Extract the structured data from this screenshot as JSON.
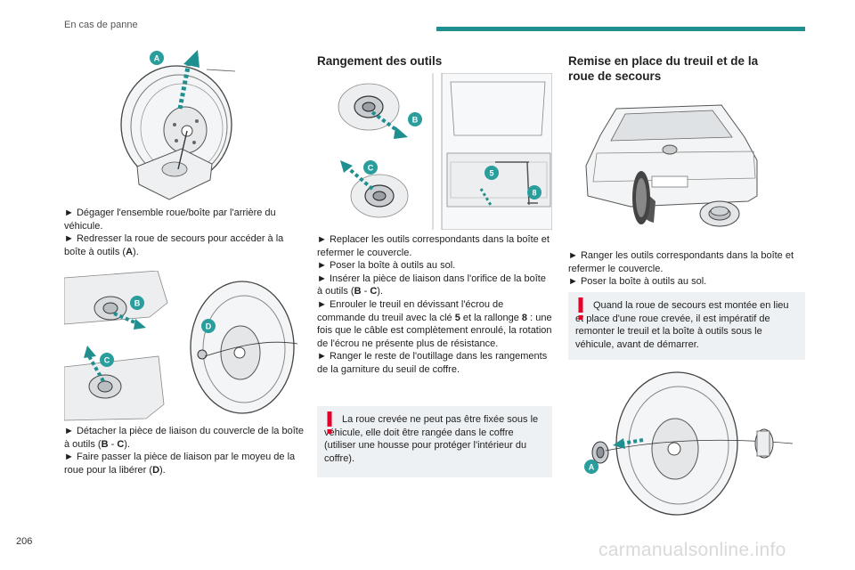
{
  "header": {
    "title": "En cas de panne",
    "accent_color": "#1f8f8f"
  },
  "page_number": "206",
  "watermark": "carmanualsonline.info",
  "col1": {
    "figure1": {
      "label_a": "A"
    },
    "steps1": [
      "►  Dégager l'ensemble roue/boîte par l'arrière du véhicule.",
      "►  Redresser la roue de secours pour accéder à la boîte à outils ("
    ],
    "steps1_bold_a": "A",
    "steps1_end": ").",
    "figure2": {
      "label_b": "B",
      "label_c": "C",
      "label_d": "D"
    },
    "steps2_1_pre": "►  Détacher la pièce de liaison du couvercle de la boîte à outils (",
    "steps2_1_b": "B",
    "steps2_1_sep": " - ",
    "steps2_1_c": "C",
    "steps2_1_end": ").",
    "steps2_2_pre": "►  Faire passer la pièce de liaison par le moyeu de la roue pour la libérer (",
    "steps2_2_d": "D",
    "steps2_2_end": ")."
  },
  "col2": {
    "heading": "Rangement des outils",
    "figure": {
      "label_b": "B",
      "label_c": "C",
      "label_5": "5",
      "label_8": "8"
    },
    "s1": "►  Replacer les outils correspondants dans la boîte et refermer le couvercle.",
    "s2": "►  Poser la boîte à outils au sol.",
    "s3_pre": "►  Insérer la pièce de liaison dans l'orifice de la boîte à outils (",
    "s3_b": "B",
    "s3_sep": " - ",
    "s3_c": "C",
    "s3_end": ").",
    "s4_pre": "►  Enrouler le treuil en dévissant l'écrou de commande du treuil avec la clé ",
    "s4_5": "5",
    "s4_mid": " et la rallonge ",
    "s4_8": "8",
    "s4_end": " : une fois que le câble est complètement enroulé, la rotation de l'écrou ne présente plus de résistance.",
    "s5": "►  Ranger le reste de l'outillage dans les rangements de la garniture du seuil de coffre.",
    "warning": "La roue crevée ne peut pas être fixée sous le véhicule, elle doit être rangée dans le coffre (utiliser une housse pour protéger l'intérieur du coffre)."
  },
  "col3": {
    "heading": "Remise en place du treuil et de la roue de secours",
    "s1": "►  Ranger les outils correspondants dans la boîte et refermer le couvercle.",
    "s2": "►  Poser la boîte à outils au sol.",
    "warning": "Quand la roue de secours est montée en lieu et place d'une roue crevée, il est impératif de remonter le treuil et la boîte à outils sous le véhicule, avant de démarrer.",
    "figure2": {
      "label_a": "A"
    }
  },
  "colors": {
    "teal": "#1f8f8f",
    "label_circle": "#2a9d9d",
    "warning_bg": "#eef1f3",
    "warning_mark": "#e4002b"
  }
}
